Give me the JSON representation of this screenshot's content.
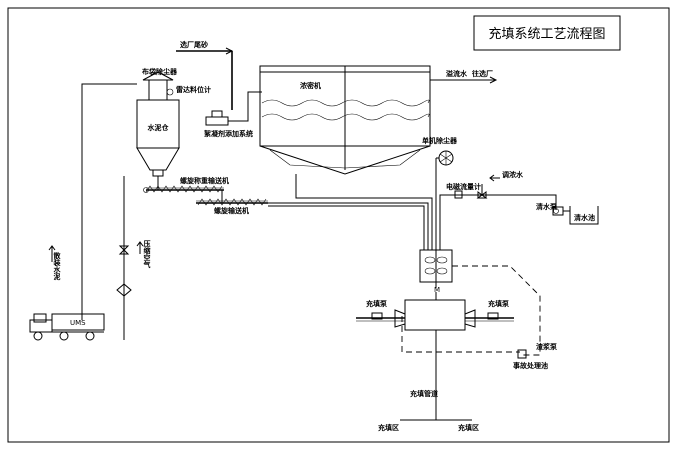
{
  "title": "充填系统工艺流程图",
  "labels": {
    "tailings_in": "选厂尾砂",
    "bag_dust_collector": "布袋除尘器",
    "radar_level_meter": "雷达料位计",
    "cement_silo": "水泥仓",
    "thickener": "浓密机",
    "overflow_water": "溢流水",
    "to_plant": "往选厂",
    "flocculant_system": "絮凝剂添加系统",
    "single_dust_collector": "单机除尘器",
    "screw_weigh_conveyor": "螺旋称重输送机",
    "screw_conveyor": "螺旋输送机",
    "em_flow_meter": "电磁流量计",
    "adjust_water": "调浓水",
    "clear_water_pump": "清水泵",
    "clear_water_pool": "清水池",
    "bulk_cement": "散装水泥",
    "compressed_air": "压缩空气",
    "filling_pump_left": "充填泵",
    "filling_pump_right": "充填泵",
    "slurry_pump": "渣浆泵",
    "accident_pool": "事故处理池",
    "filling_pipe": "充填管道",
    "filling_area_left": "充填区",
    "filling_area_right": "充填区",
    "truck_tank_text": "UMS",
    "motor_m": "M"
  }
}
